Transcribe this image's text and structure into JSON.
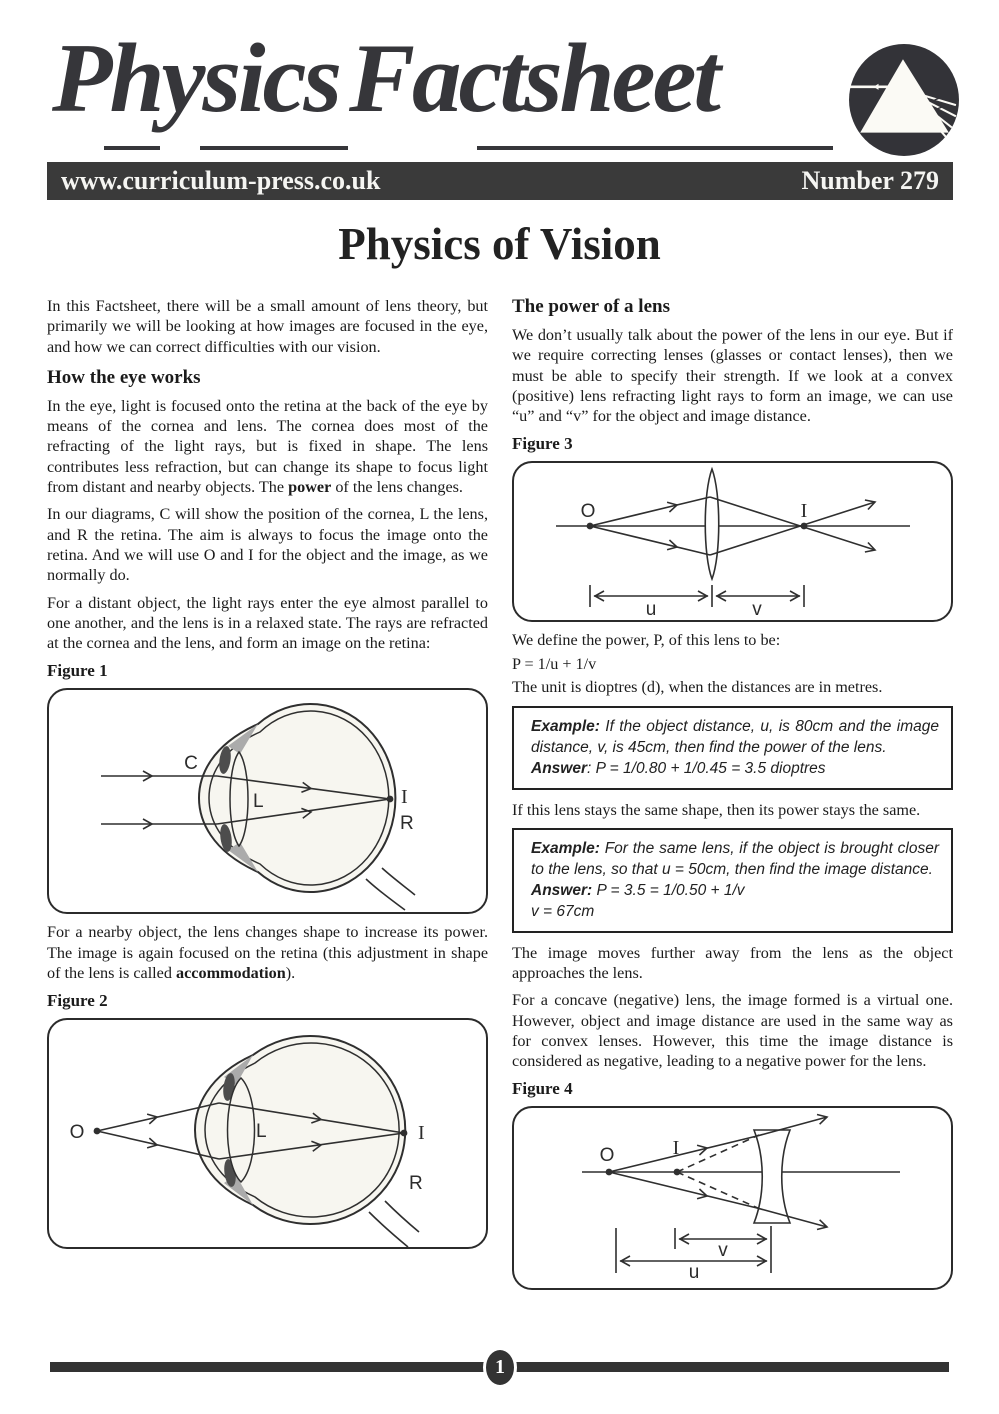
{
  "colors": {
    "accent_dark": "#3a3a3a",
    "text": "#1b1b1b",
    "eye_fill": "#f7f6f0",
    "line": "#2f2f2f"
  },
  "header": {
    "brand_physics": "Physics",
    "brand_factsheet": "Factsheet",
    "url": "www.curriculum-press.co.uk",
    "issue": "Number 279",
    "title": "Physics of Vision"
  },
  "left": {
    "intro": "In this Factsheet, there will be a small amount of lens theory, but primarily we will be looking at how images are focused in the eye, and how we can correct difficulties with our vision.",
    "heading_eye": "How the eye works",
    "para_eye_pre": "In the eye, light is focused onto the retina at the back of the eye by means of the cornea and lens. The cornea does most of the refracting of the light rays, but is fixed in shape. The lens contributes less refraction, but can change its shape to focus light from distant and nearby objects. The ",
    "para_eye_bold": "power",
    "para_eye_post": " of the lens changes.",
    "para_diagrams": "In our diagrams, C will show the position of the cornea, L the lens, and R the retina. The aim is always to focus the image onto the retina. And we will use O and I for the object and the image, as we normally do.",
    "para_distant": "For a distant object, the light rays enter the eye almost parallel to one another, and the lens is in a relaxed state. The rays are refracted at the cornea and the lens, and form an image on the retina:",
    "para_nearby_pre": "For a nearby object, the lens changes shape to increase its power. The image is again focused on the retina (this adjustment in shape of the lens is called ",
    "para_nearby_bold": "accommodation",
    "para_nearby_post": ")."
  },
  "right": {
    "heading_power": "The power of a lens",
    "para_power": "We don’t usually talk about the power of the lens in our eye. But if we require correcting lenses (glasses or contact lenses), then we must be able to specify their strength. If we look at a convex (positive) lens refracting light rays to form an image, we can use “u” and “v” for the object and image distance.",
    "define_power": "We define the power, P, of this lens to be:",
    "formula": "P = 1/u + 1/v",
    "unit_line": "The unit is dioptres (d), when the distances are in metres.",
    "example1": {
      "label": "Example:",
      "text": " If the object distance, u, is 80cm and the image distance, v, is 45cm, then find the power of the lens.",
      "answer_label": "Answer",
      "answer": ": P = 1/0.80 + 1/0.45 = 3.5 dioptres"
    },
    "same_shape": "If this lens stays the same shape, then its power stays the same.",
    "example2": {
      "label": "Example:",
      "text": " For the same lens, if the object is brought closer to the lens, so that u = 50cm, then find the image distance.",
      "answer_label": "Answer:",
      "answer": " P = 3.5 = 1/0.50 + 1/v",
      "answer2": "v = 67cm"
    },
    "image_moves": "The image moves further away from the lens as the object approaches the lens.",
    "para_concave": "For a concave (negative) lens, the image formed is a virtual one. However, object and image distance are used in the same way as for convex lenses. However, this time the image distance is considered as negative, leading to a negative power for the lens."
  },
  "figures": {
    "fig1": {
      "caption": "Figure 1",
      "cornea_label": "C",
      "lens_label": "L",
      "image_label": "I",
      "retina_label": "R"
    },
    "fig2": {
      "caption": "Figure 2",
      "object_label": "O",
      "lens_label": "L",
      "image_label": "I",
      "retina_label": "R"
    },
    "fig3": {
      "caption": "Figure 3",
      "object_label": "O",
      "image_label": "I",
      "u_label": "u",
      "v_label": "v"
    },
    "fig4": {
      "caption": "Figure 4",
      "object_label": "O",
      "image_label": "I",
      "u_label": "u",
      "v_label": "v"
    }
  },
  "footer": {
    "page_number": "1"
  }
}
